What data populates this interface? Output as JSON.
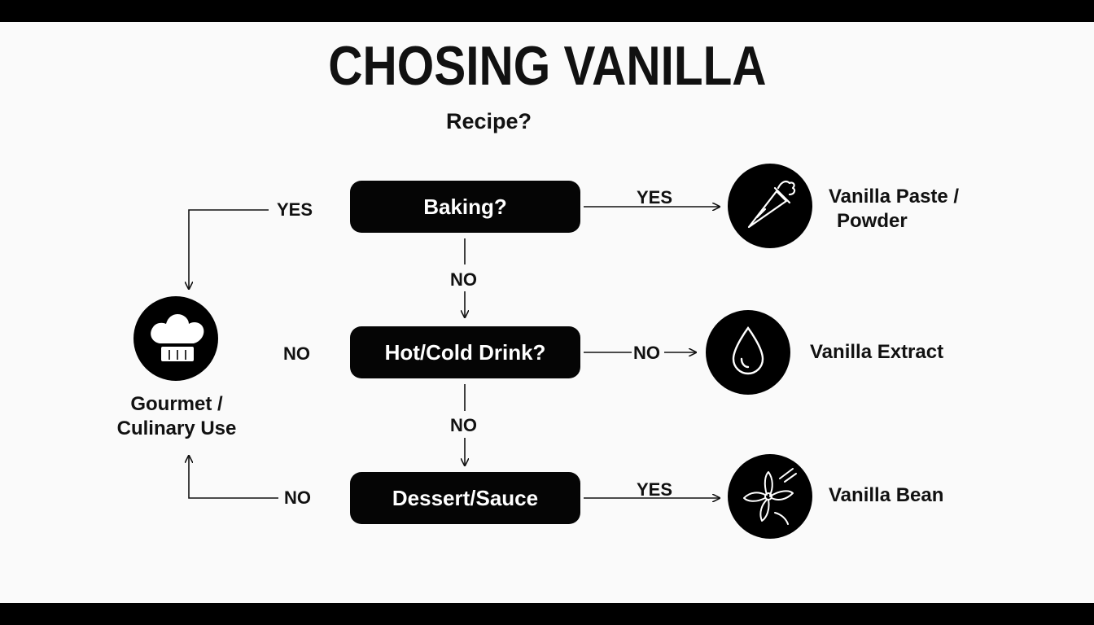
{
  "title": "CHOSING VANILLA",
  "subtitle": "Recipe?",
  "nodes": {
    "baking": "Baking?",
    "drink": "Hot/Cold Drink?",
    "dessert": "Dessert/Sauce"
  },
  "edges": {
    "baking_left": "YES",
    "baking_right": "YES",
    "baking_down": "NO",
    "drink_left": "NO",
    "drink_right": "NO",
    "drink_down": "NO",
    "dessert_left": "NO",
    "dessert_right": "YES"
  },
  "outcomes": {
    "paste_line1": "Vanilla Paste /",
    "paste_line2": "Powder",
    "extract": "Vanilla Extract",
    "bean": "Vanilla Bean",
    "gourmet_line1": "Gourmet /",
    "gourmet_line2": "Culinary Use"
  },
  "icons": {
    "paste": "piping-bag-icon",
    "extract": "drop-icon",
    "bean": "vanilla-flower-icon",
    "gourmet": "chef-hat-icon"
  },
  "colors": {
    "ink": "#000000",
    "background": "#fafafa"
  }
}
